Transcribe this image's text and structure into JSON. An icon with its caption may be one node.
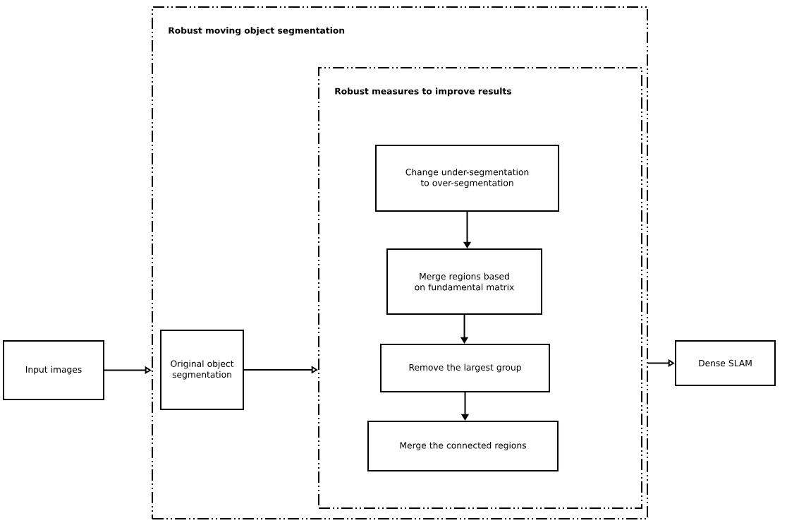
{
  "diagram": {
    "nodes": [
      {
        "text": [
          "Robust moving object segmentation"
        ]
      },
      {
        "text": [
          "Robust measures to improve results"
        ],
        "in": 0
      },
      {
        "text": [
          "Input images"
        ]
      },
      {
        "text": [
          "Original object segmentation"
        ],
        "in": 0
      },
      {
        "text": [
          "Change under-segmentation to over-segmentation"
        ],
        "in": 1
      },
      {
        "text": [
          "Merge regions based on fundamental matrix"
        ],
        "in": 1
      },
      {
        "text": [
          "Remove the largest group"
        ],
        "in": 1
      },
      {
        "text": [
          "Merge the connected regions"
        ],
        "in": 1
      },
      {
        "text": [
          "Dense SLAM"
        ]
      }
    ],
    "edges": [
      {
        "from": 2,
        "to": 0,
        "arrow": "to"
      },
      {
        "from": 3,
        "to": 1,
        "arrow": "to"
      },
      {
        "from": 0,
        "to": 8,
        "arrow": "to"
      },
      {
        "from": 4,
        "to": 5,
        "arrow": "to"
      },
      {
        "from": 5,
        "to": 6,
        "arrow": "to"
      },
      {
        "from": 6,
        "to": 7,
        "arrow": "to"
      }
    ]
  }
}
